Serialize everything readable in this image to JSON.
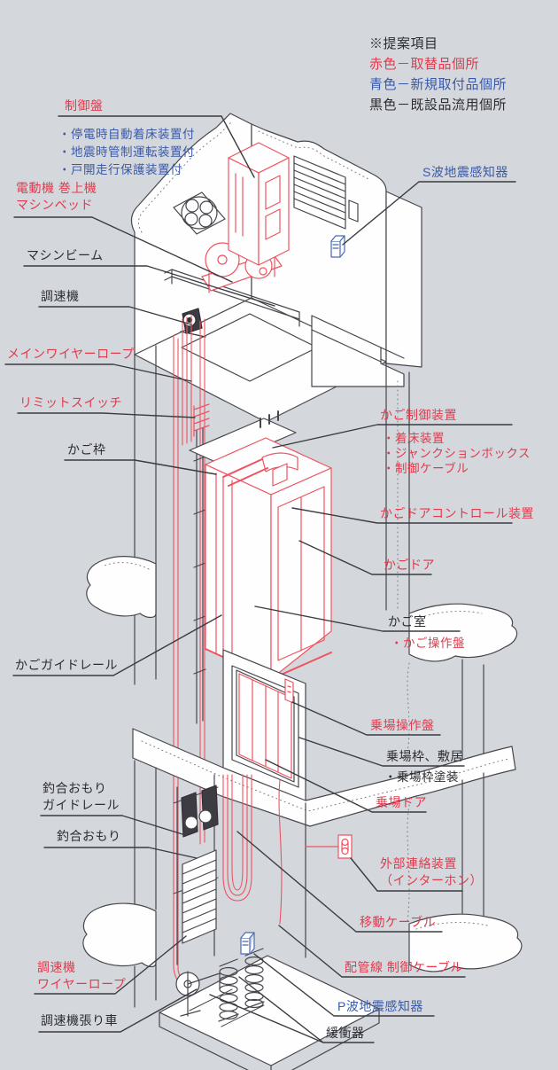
{
  "colors": {
    "background": "#d4d8dd",
    "label-red": "#e23a4d",
    "label-blue": "#3a5aa8",
    "label-black": "#2c2c31",
    "draw-red": "#ee5360",
    "draw-blue": "#4a6ab4",
    "draw-black": "#46464d",
    "wall-fill": "#fefefe"
  },
  "legend": {
    "title": "※提案項目",
    "items": [
      {
        "label": "赤色－取替品個所",
        "category": "replacement"
      },
      {
        "label": "青色－新規取付品個所",
        "category": "new-install"
      },
      {
        "label": "黒色－既設品流用個所",
        "category": "existing-reuse"
      }
    ]
  },
  "labels": {
    "control_panel": "制御盤",
    "control_panel_features": [
      "・停電時自動着床装置付",
      "・地震時管制運転装置付",
      "・戸開走行保護装置付"
    ],
    "motor_line1": "電動機 巻上機",
    "motor_line2": "マシンベッド",
    "machine_beam": "マシンビーム",
    "governor": "調速機",
    "main_wire_rope": "メインワイヤーロープ",
    "limit_switch": "リミットスイッチ",
    "car_frame": "かご枠",
    "s_wave_sensor": "S波地震感知器",
    "car_control_unit": "かご制御装置",
    "car_control_features": [
      "・着床装置",
      "・ジャンクションボックス",
      "・制御ケーブル"
    ],
    "car_door_controller": "かごドアコントロール装置",
    "car_door": "かごドア",
    "car_room": "かご室",
    "car_operating_panel": "・かご操作盤",
    "car_guide_rail": "かごガイドレール",
    "hall_operating_panel": "乗場操作盤",
    "hall_frame_sill": "乗場枠、敷居",
    "hall_frame_paint": "・乗場枠塗装",
    "hall_door": "乗場ドア",
    "cwt_guide_rail_line1": "釣合おもり",
    "cwt_guide_rail_line2": "ガイドレール",
    "counterweight": "釣合おもり",
    "interphone_line1": "外部連絡装置",
    "interphone_line2": "（インターホン）",
    "traveling_cable": "移動ケーブル",
    "piping_control_cable": "配管線 制御ケーブル",
    "governor_rope_line1": "調速機",
    "governor_rope_line2": "ワイヤーロープ",
    "governor_tension_pulley": "調速機張り車",
    "p_wave_sensor": "P波地震感知器",
    "buffer": "緩衝器"
  }
}
